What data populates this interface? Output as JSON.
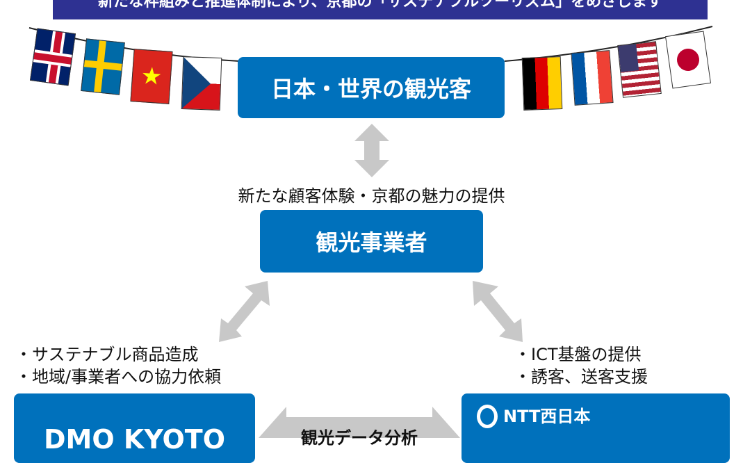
{
  "banner": {
    "text": "新たな枠組みと推進体制により、京都の「サステナブルツーリズム」をめざします"
  },
  "nodes": {
    "tourists": "日本・世界の観光客",
    "businesses": "観光事業者",
    "dmo": "DMO KYOTO",
    "ntt": "NTT西日本"
  },
  "labels": {
    "tourist_link": "新たな顧客体験・京都の魅力の提供",
    "dmo_roles": [
      "・サステナブル商品造成",
      "・地域/事業者への協力依頼"
    ],
    "ntt_roles": [
      "・ICT基盤の提供",
      "・誘客、送客支援"
    ],
    "data_link": "観光データ分析"
  },
  "colors": {
    "banner": "#2e3192",
    "box": "#0071bc",
    "arrow": "#c8c8c8"
  }
}
